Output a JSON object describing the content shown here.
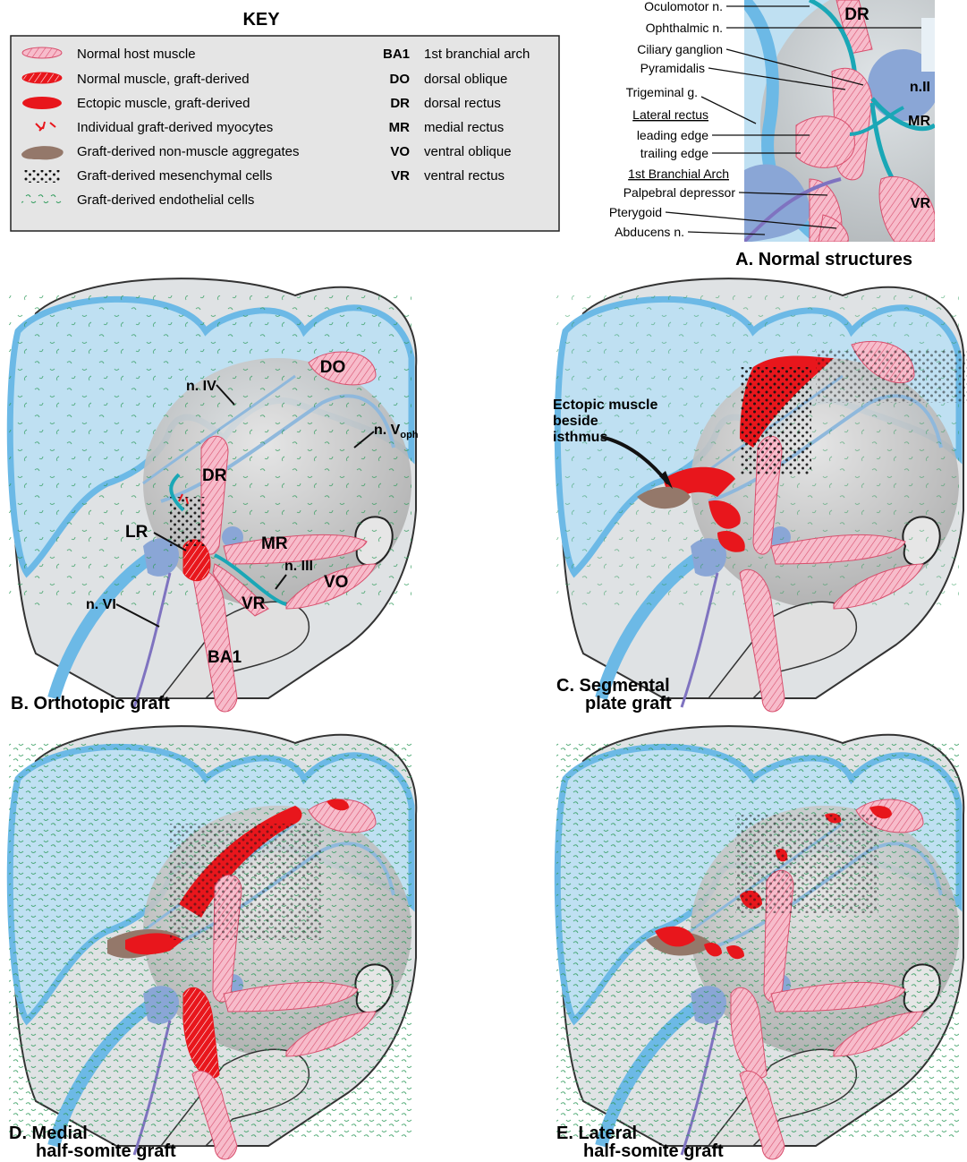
{
  "key": {
    "title": "KEY",
    "items": [
      {
        "label": "Normal host muscle"
      },
      {
        "label": "Normal muscle, graft-derived"
      },
      {
        "label": "Ectopic muscle, graft-derived"
      },
      {
        "label": "Individual graft-derived myocytes"
      },
      {
        "label": "Graft-derived non-muscle aggregates"
      },
      {
        "label": "Graft-derived mesenchymal cells"
      },
      {
        "label": "Graft-derived endothelial cells"
      }
    ],
    "abbreviations": [
      {
        "abbr": "BA1",
        "meaning": "1st branchial arch"
      },
      {
        "abbr": "DO",
        "meaning": "dorsal oblique"
      },
      {
        "abbr": "DR",
        "meaning": "dorsal rectus"
      },
      {
        "abbr": "MR",
        "meaning": "medial rectus"
      },
      {
        "abbr": "VO",
        "meaning": "ventral oblique"
      },
      {
        "abbr": "VR",
        "meaning": "ventral rectus"
      }
    ]
  },
  "panel_a": {
    "title": "A. Normal structures",
    "labels": {
      "oculomotor": "Oculomotor n.",
      "ophthalmic": "Ophthalmic n.",
      "ciliary": "Ciliary ganglion",
      "pyramidalis": "Pyramidalis",
      "trigeminal": "Trigeminal g.",
      "lateral_rectus": "Lateral rectus",
      "leading": "leading edge",
      "trailing": "trailing edge",
      "branchial": "1st Branchial Arch",
      "palpebral": "Palpebral depressor",
      "pterygoid": "Pterygoid",
      "abducens": "Abducens n."
    },
    "structures": {
      "dr": "DR",
      "n2": "n.II",
      "mr": "MR",
      "vr": "VR"
    }
  },
  "panel_b": {
    "title": "B. Orthotopic graft",
    "labels": {
      "do": "DO",
      "n4": "n. IV",
      "n5": "n. V",
      "n5_sub": "oph",
      "dr": "DR",
      "lr": "LR",
      "mr": "MR",
      "n3": "n. III",
      "vo": "VO",
      "vr": "VR",
      "n6": "n. VI",
      "ba1": "BA1"
    }
  },
  "panel_c": {
    "title_line1": "C. Segmental",
    "title_line2": "plate graft",
    "annotation": [
      "Ectopic muscle",
      "beside",
      "isthmus"
    ]
  },
  "panel_d": {
    "title_line1": "D. Medial",
    "title_line2": "half-somite graft"
  },
  "panel_e": {
    "title_line1": "E. Lateral",
    "title_line2": "half-somite graft"
  },
  "colors": {
    "brain_blue": "#bfe0f2",
    "brain_outline": "#6cb9e6",
    "eye_gray": "#c9c9c9",
    "head_gray": "#dfe2e4",
    "host_muscle": "#f7bccb",
    "muscle_stripe": "#d8506e",
    "ectopic_red": "#e8161c",
    "nerve_teal": "#1aa7b6",
    "nerve_light": "#8fb8dc",
    "ganglion": "#8aa6d6",
    "aggregate_brown": "#94786a",
    "endothelial_green": "#2e9a5a"
  }
}
